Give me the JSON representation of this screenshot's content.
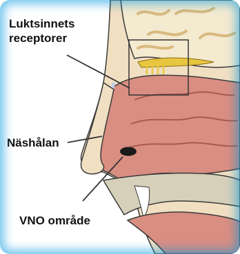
{
  "labels": {
    "olfactory_receptors_line1": "Luktsinnets",
    "olfactory_receptors_line2": "receptorer",
    "nasal_cavity": "Näshålan",
    "vno_area": "VNO område"
  },
  "colors": {
    "brain": "#f4ead0",
    "brain_fold": "#d9b97f",
    "nasal_tissue": "#d98e82",
    "nasal_fold": "#a8594f",
    "skin": "#f1dfc2",
    "receptor": "#e8c640",
    "bone": "#d6d0ba",
    "cavity_blue": "#c3cce5",
    "vno": "#1a1a1a",
    "outline": "#3a3a3a",
    "frame_glow": "#0096dc"
  }
}
